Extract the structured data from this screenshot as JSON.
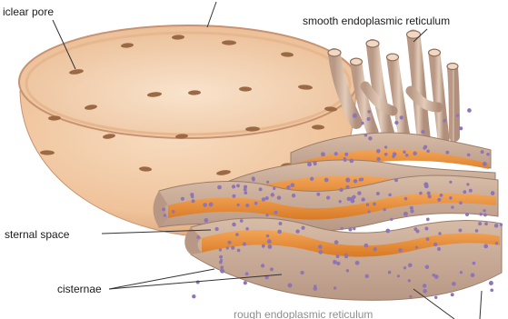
{
  "labels": {
    "nuclear_pore": "iclear pore",
    "smooth_er": "smooth endoplasmic reticulum",
    "cisternal_space": "sternal space",
    "cisternae": "cisternae",
    "rough_er_partial": "rough endoplasmic reticulum"
  },
  "colors": {
    "envelope_outer": "#f0c9a0",
    "envelope_inner": "#f6dcc0",
    "pore": "#9b6a45",
    "er_membrane": "#c9aa95",
    "er_lumen": "#e38f3a",
    "ribosome": "#8e75b5",
    "line": "#333333"
  }
}
